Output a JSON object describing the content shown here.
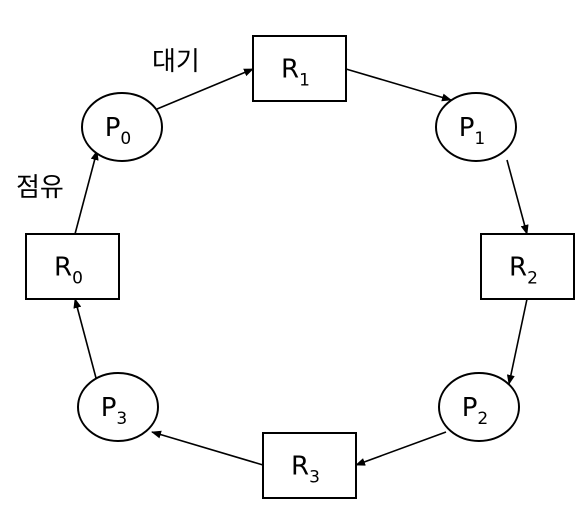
{
  "nodes": [
    {
      "id": "P0",
      "kind": "process",
      "letter": "P",
      "sub": "0"
    },
    {
      "id": "R1",
      "kind": "resource",
      "letter": "R",
      "sub": "1"
    },
    {
      "id": "P1",
      "kind": "process",
      "letter": "P",
      "sub": "1"
    },
    {
      "id": "R2",
      "kind": "resource",
      "letter": "R",
      "sub": "2"
    },
    {
      "id": "P2",
      "kind": "process",
      "letter": "P",
      "sub": "2"
    },
    {
      "id": "R3",
      "kind": "resource",
      "letter": "R",
      "sub": "3"
    },
    {
      "id": "P3",
      "kind": "process",
      "letter": "P",
      "sub": "3"
    },
    {
      "id": "R0",
      "kind": "resource",
      "letter": "R",
      "sub": "0"
    }
  ],
  "edges": [
    {
      "from": "P0",
      "to": "R1"
    },
    {
      "from": "R1",
      "to": "P1"
    },
    {
      "from": "P1",
      "to": "R2"
    },
    {
      "from": "R2",
      "to": "P2"
    },
    {
      "from": "P2",
      "to": "R3"
    },
    {
      "from": "R3",
      "to": "P3"
    },
    {
      "from": "P3",
      "to": "R0"
    },
    {
      "from": "R0",
      "to": "P0"
    }
  ],
  "labels": {
    "wait": "대기",
    "hold": "점유"
  }
}
